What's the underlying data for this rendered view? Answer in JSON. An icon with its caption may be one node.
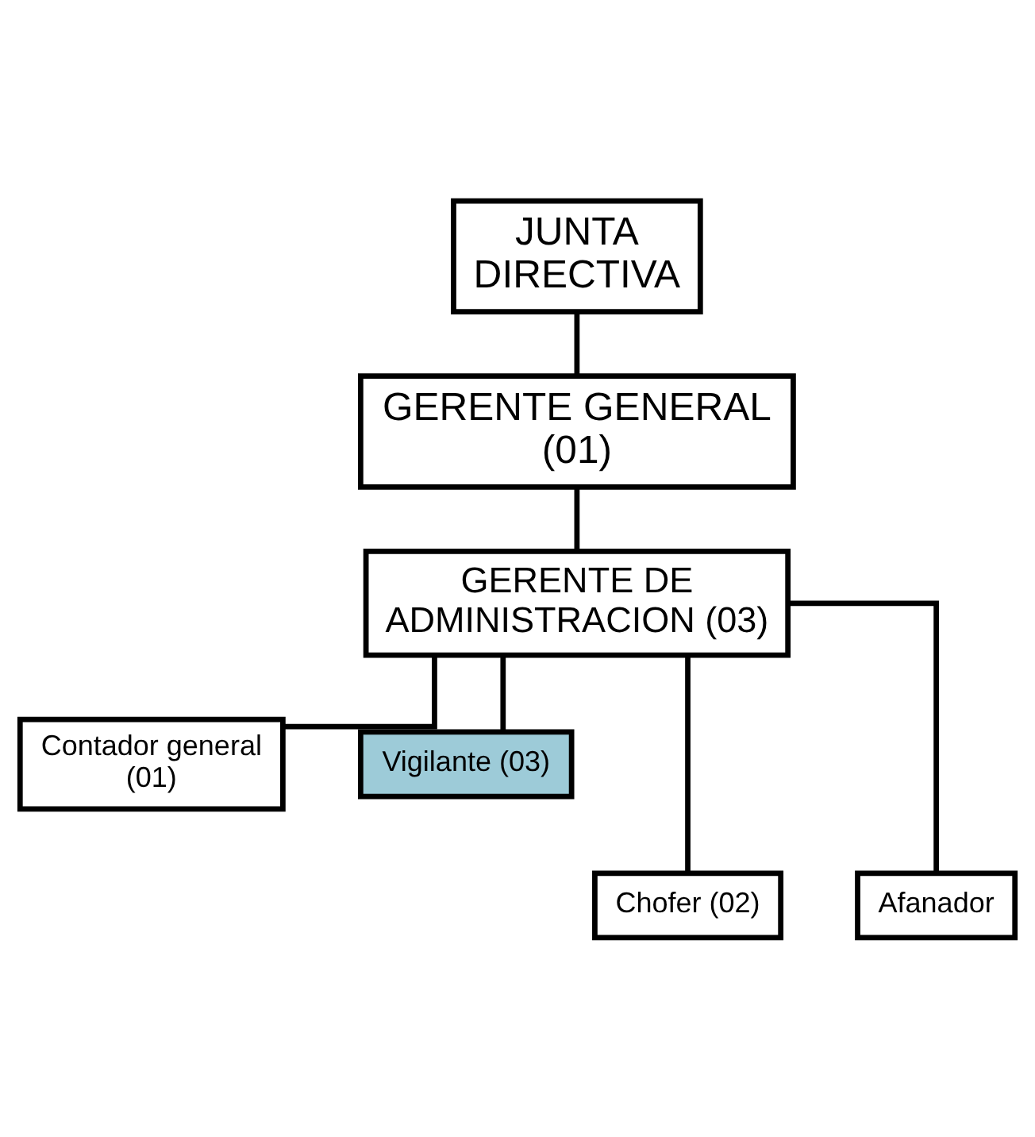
{
  "diagram": {
    "nodes": [
      {
        "text": [
          "JUNTA DIRECTIVA"
        ]
      },
      {
        "text": [
          "GERENTE GENERAL (01)"
        ]
      },
      {
        "text": [
          "GERENTE DE ADMINISTRACION (03)"
        ]
      },
      {
        "text": [
          "Contador general (01)"
        ]
      },
      {
        "text": [
          "Vigilante (03)"
        ]
      },
      {
        "text": [
          "Chofer (02)"
        ]
      },
      {
        "text": [
          "Afanador"
        ]
      }
    ],
    "edges": [
      {
        "from": 0,
        "to": 1,
        "arrow": "none"
      },
      {
        "from": 1,
        "to": 2,
        "arrow": "none"
      },
      {
        "from": 2,
        "to": 3,
        "arrow": "none"
      },
      {
        "from": 2,
        "to": 4,
        "arrow": "none"
      },
      {
        "from": 2,
        "to": 5,
        "arrow": "none"
      },
      {
        "from": 2,
        "to": 6,
        "arrow": "none"
      }
    ]
  }
}
